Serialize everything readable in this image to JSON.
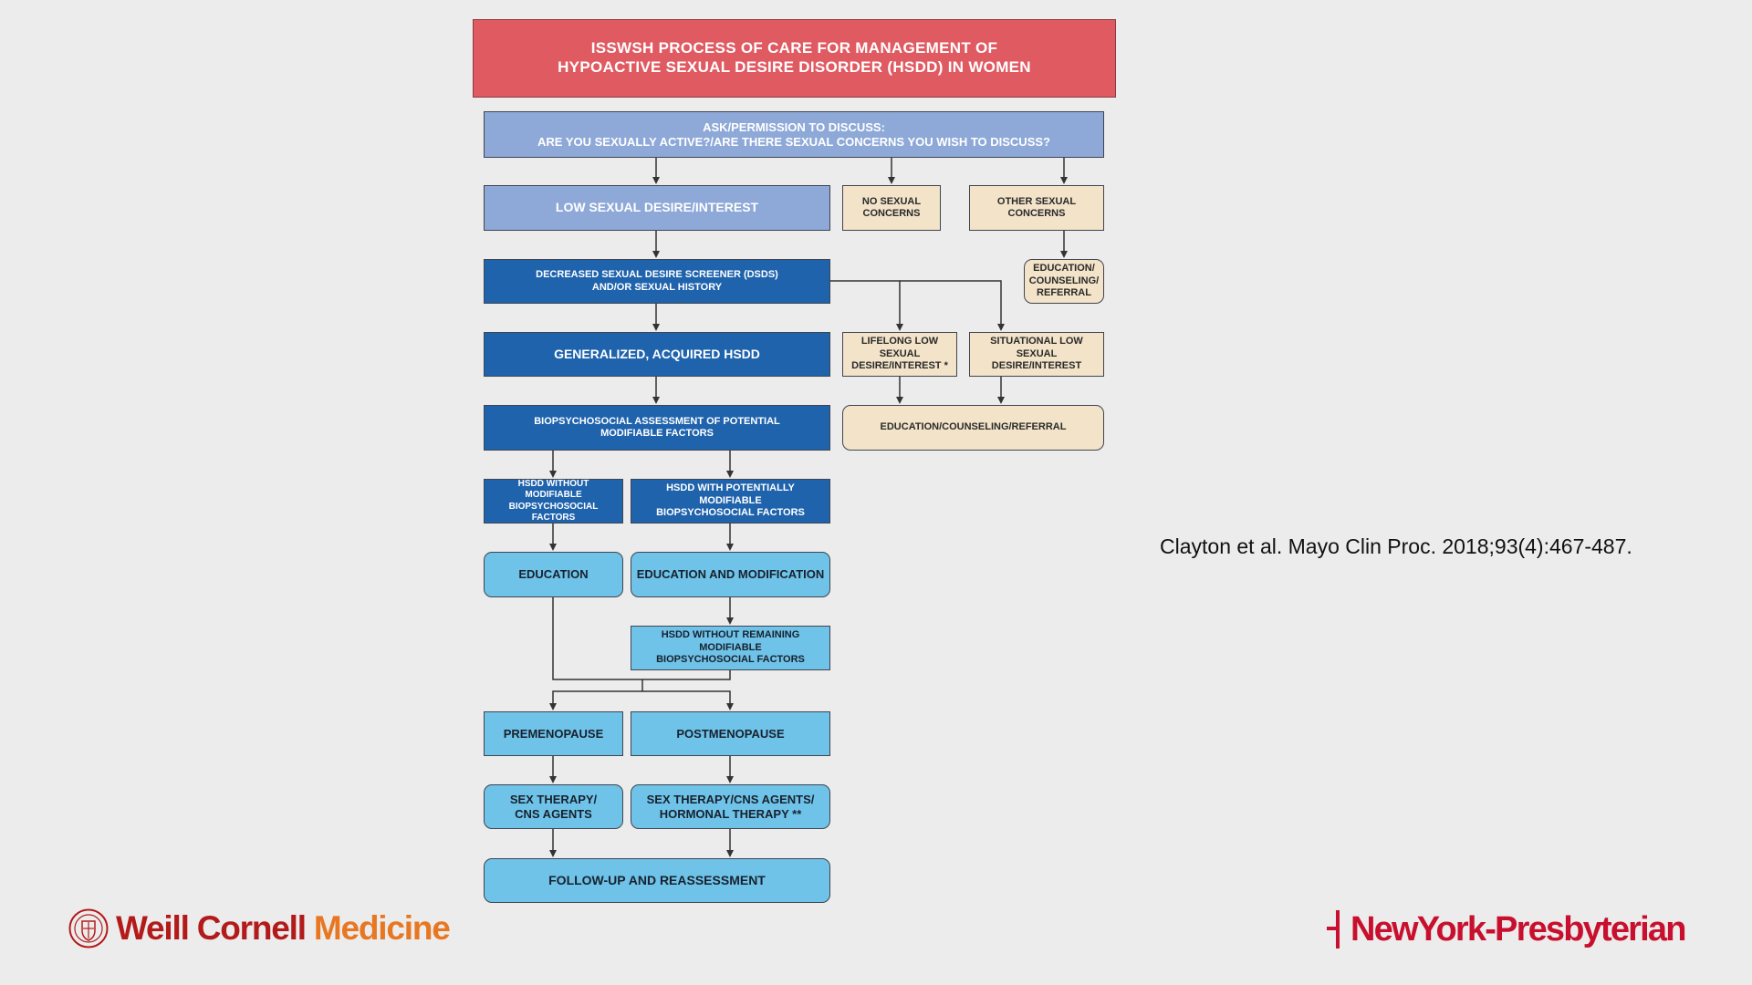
{
  "flowchart": {
    "title": "ISSWSH PROCESS OF CARE FOR MANAGEMENT OF\nHYPOACTIVE SEXUAL DESIRE DISORDER (HSDD) IN WOMEN",
    "ask": "ASK/PERMISSION TO DISCUSS:\nARE YOU SEXUALLY ACTIVE?/ARE THERE SEXUAL CONCERNS YOU WISH TO DISCUSS?",
    "low_desire": "LOW SEXUAL DESIRE/INTEREST",
    "no_concerns": "NO SEXUAL\nCONCERNS",
    "other_concerns": "OTHER SEXUAL\nCONCERNS",
    "edu_small": "EDUCATION/\nCOUNSELING/\nREFERRAL",
    "dsds": "DECREASED SEXUAL DESIRE SCREENER (DSDS)\nAND/OR SEXUAL HISTORY",
    "generalized": "GENERALIZED, ACQUIRED HSDD",
    "lifelong": "LIFELONG LOW SEXUAL\nDESIRE/INTEREST *",
    "situational": "SITUATIONAL LOW SEXUAL\nDESIRE/INTEREST",
    "biopsycho": "BIOPSYCHOSOCIAL ASSESSMENT OF POTENTIAL\nMODIFIABLE FACTORS",
    "edu_wide": "EDUCATION/COUNSELING/REFERRAL",
    "without_mod": "HSDD WITHOUT MODIFIABLE\nBIOPSYCHOSOCIAL FACTORS",
    "with_mod": "HSDD WITH POTENTIALLY MODIFIABLE\nBIOPSYCHOSOCIAL FACTORS",
    "education": "EDUCATION",
    "edu_mod": "EDUCATION AND MODIFICATION",
    "without_remaining": "HSDD WITHOUT REMAINING MODIFIABLE\nBIOPSYCHOSOCIAL FACTORS",
    "premenopause": "PREMENOPAUSE",
    "postmenopause": "POSTMENOPAUSE",
    "sex_therapy_pre": "SEX THERAPY/\nCNS AGENTS",
    "sex_therapy_post": "SEX THERAPY/CNS AGENTS/\nHORMONAL THERAPY **",
    "followup": "FOLLOW-UP AND REASSESSMENT"
  },
  "citation": "Clayton et al. Mayo Clin Proc. 2018;93(4):467-487.",
  "logos": {
    "weill_part1": "Weill Cornell",
    "weill_part2": "Medicine",
    "nyp": "NewYork-Presbyterian"
  },
  "colors": {
    "title_red": "#e05a62",
    "light_blue": "#8ea9d8",
    "dark_blue": "#1f63ad",
    "sky_blue": "#6fc2e8",
    "tan": "#f2e3c9",
    "weill_red": "#b31b1b",
    "weill_orange": "#e87722",
    "nyp_red": "#c8102e"
  },
  "icons": [
    "cornell-seal-icon",
    "nyp-mark-icon"
  ]
}
